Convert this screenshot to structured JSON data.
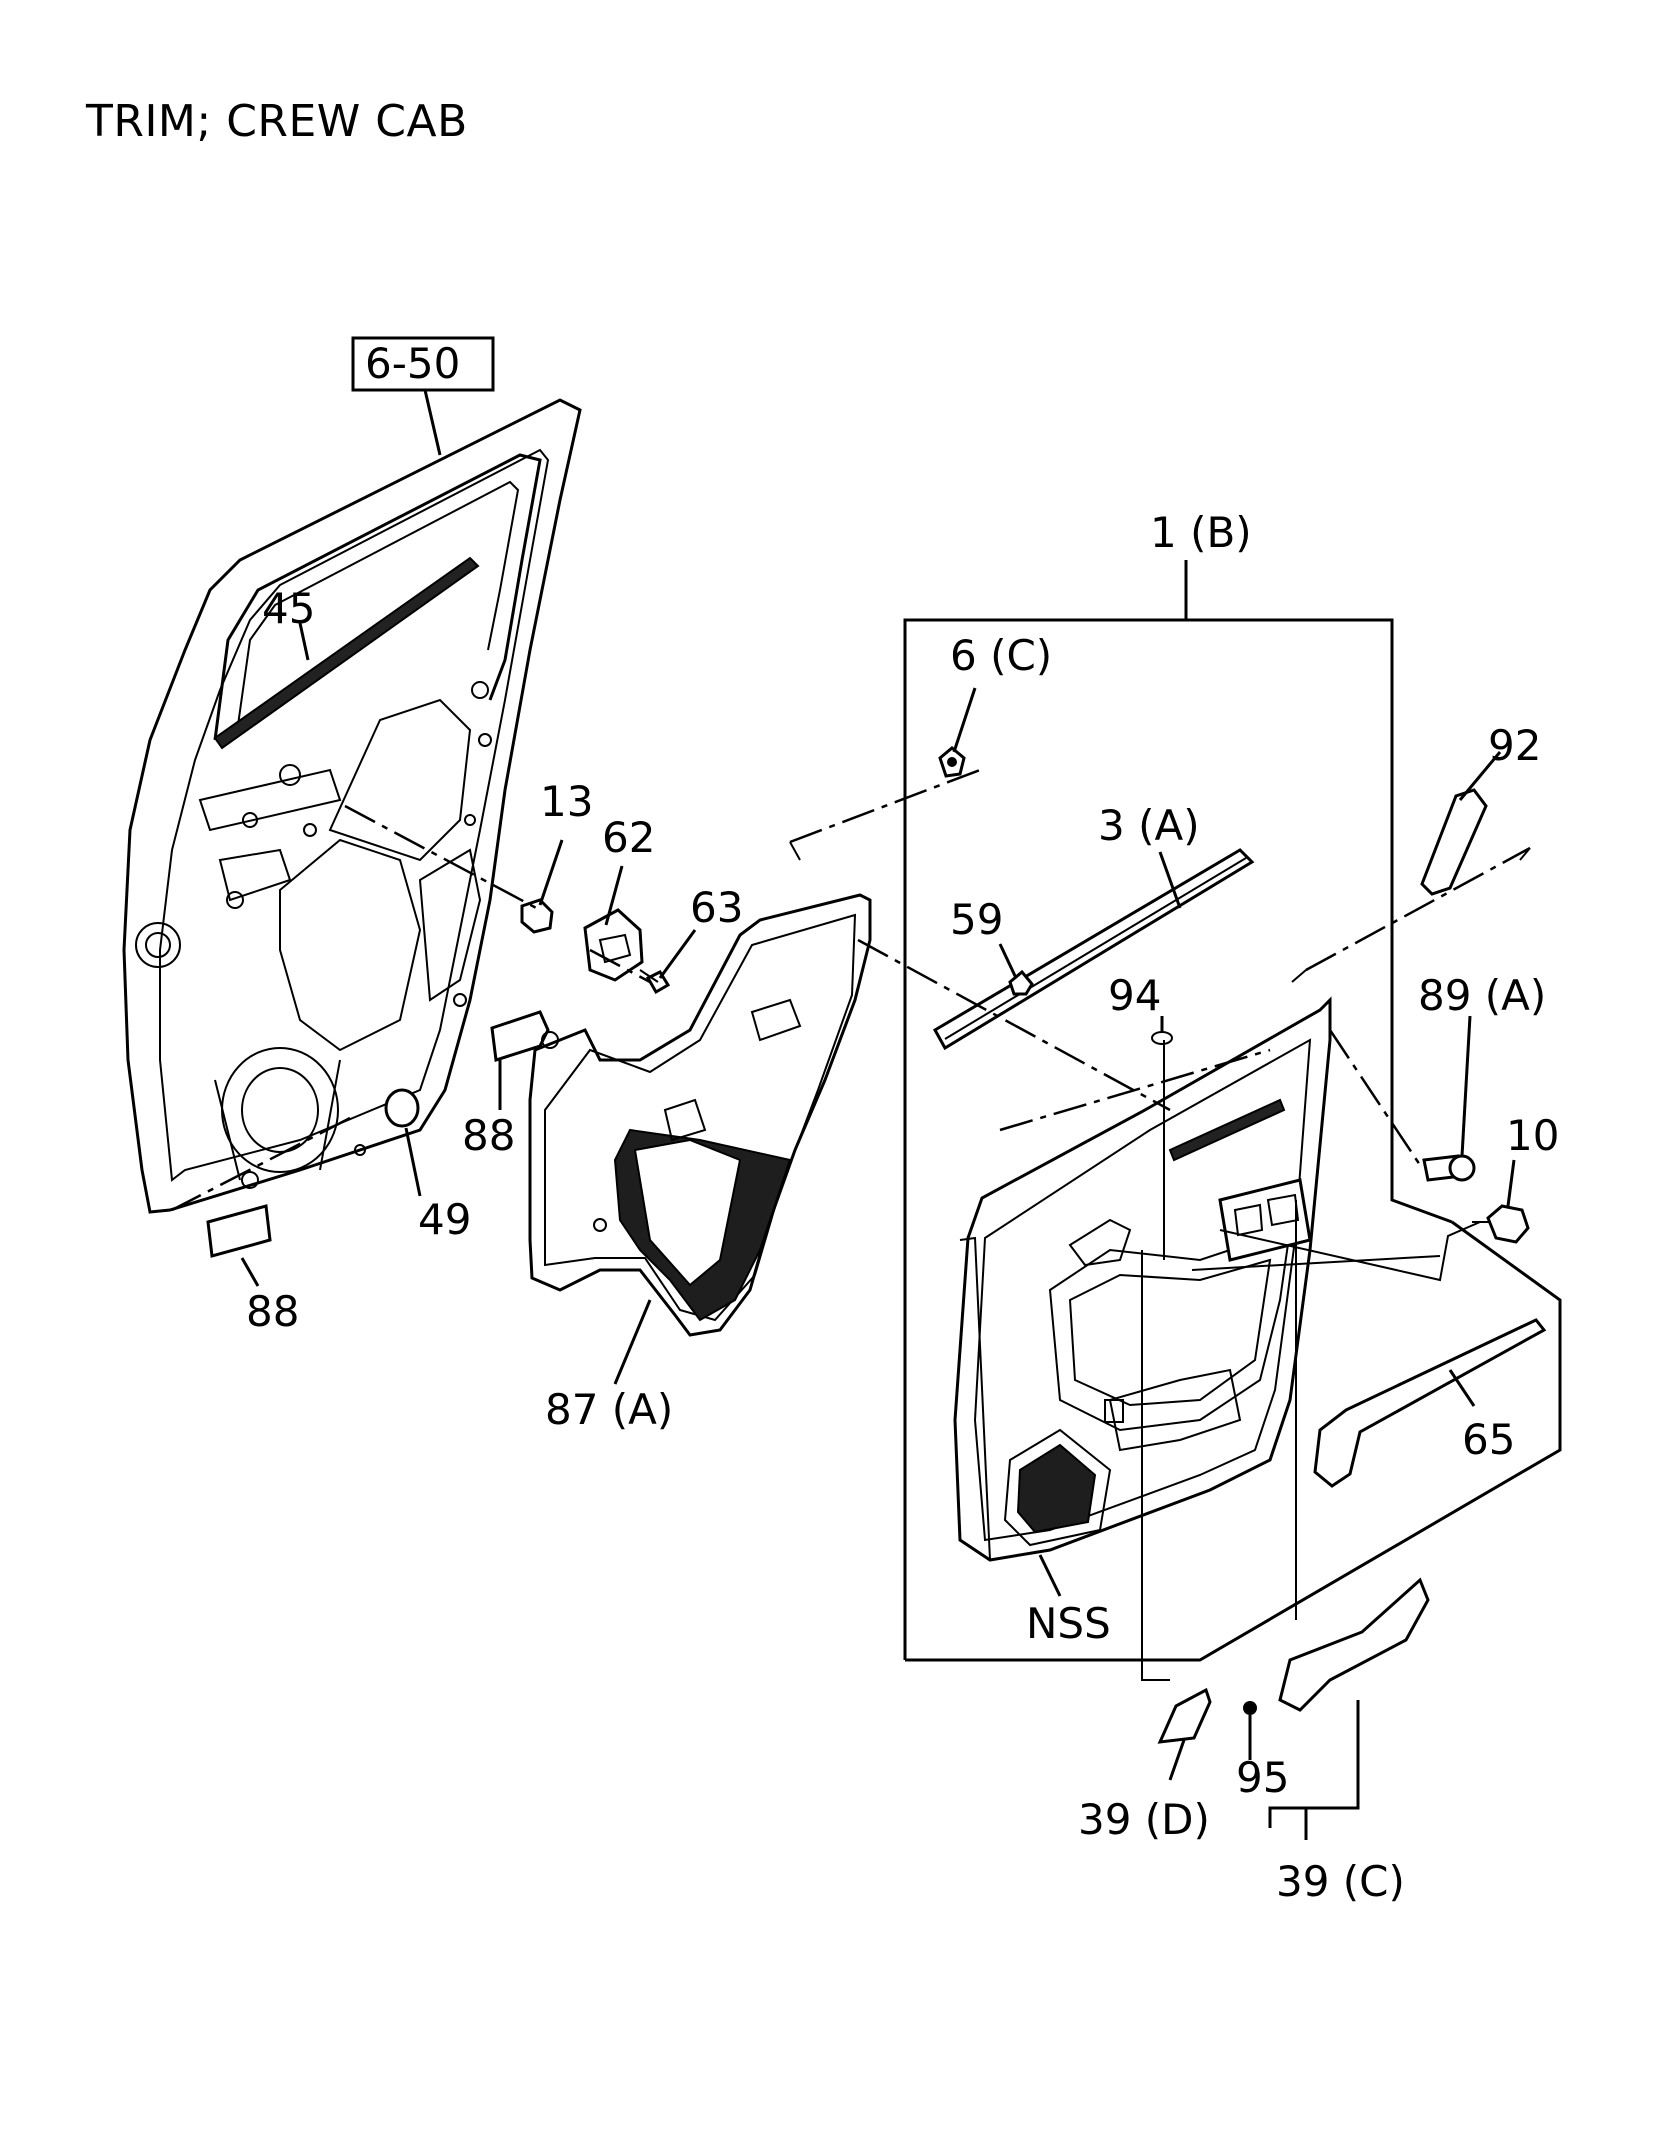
{
  "title": "TRIM; CREW CAB",
  "ref_box": "6-50",
  "labels": {
    "l_1B": "1 (B)",
    "l_6C": "6 (C)",
    "l_92": "92",
    "l_3A": "3 (A)",
    "l_59": "59",
    "l_94": "94",
    "l_89A": "89 (A)",
    "l_10": "10",
    "l_45": "45",
    "l_13": "13",
    "l_62": "62",
    "l_63": "63",
    "l_88a": "88",
    "l_88b": "88",
    "l_49": "49",
    "l_87A": "87 (A)",
    "l_65": "65",
    "l_NSS": "NSS",
    "l_39D": "39 (D)",
    "l_95": "95",
    "l_39C": "39 (C)"
  },
  "colors": {
    "ink": "#000000",
    "paper": "#ffffff"
  }
}
